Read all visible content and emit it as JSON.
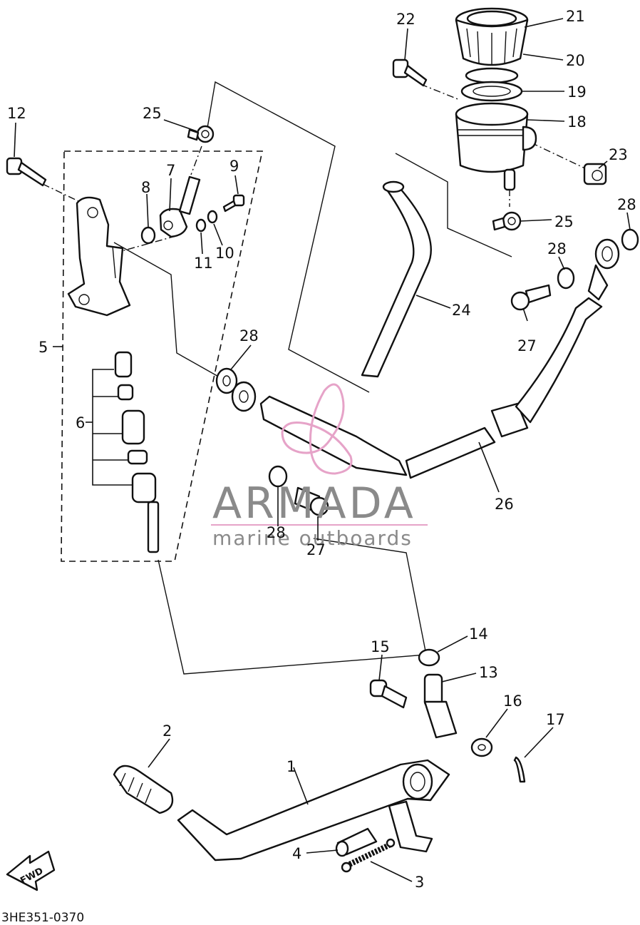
{
  "diagram_code": "3HE351-0370",
  "fwd_label": "FWD",
  "watermark": {
    "brand": "ARMADA",
    "tagline": "marine outboards",
    "brand_color": "#8a8a8a",
    "accent_color": "#e6a3c8"
  },
  "callouts": [
    {
      "id": "c1",
      "text": "1"
    },
    {
      "id": "c2",
      "text": "2"
    },
    {
      "id": "c3",
      "text": "3"
    },
    {
      "id": "c4",
      "text": "4"
    },
    {
      "id": "c5",
      "text": "5"
    },
    {
      "id": "c6",
      "text": "6"
    },
    {
      "id": "c7",
      "text": "7"
    },
    {
      "id": "c8",
      "text": "8"
    },
    {
      "id": "c9",
      "text": "9"
    },
    {
      "id": "c10",
      "text": "10"
    },
    {
      "id": "c11",
      "text": "11"
    },
    {
      "id": "c12",
      "text": "12"
    },
    {
      "id": "c13",
      "text": "13"
    },
    {
      "id": "c14",
      "text": "14"
    },
    {
      "id": "c15",
      "text": "15"
    },
    {
      "id": "c16",
      "text": "16"
    },
    {
      "id": "c17",
      "text": "17"
    },
    {
      "id": "c18",
      "text": "18"
    },
    {
      "id": "c19",
      "text": "19"
    },
    {
      "id": "c20",
      "text": "20"
    },
    {
      "id": "c21",
      "text": "21"
    },
    {
      "id": "c22",
      "text": "22"
    },
    {
      "id": "c23",
      "text": "23"
    },
    {
      "id": "c24",
      "text": "24"
    },
    {
      "id": "c25a",
      "text": "25"
    },
    {
      "id": "c25b",
      "text": "25"
    },
    {
      "id": "c26",
      "text": "26"
    },
    {
      "id": "c27a",
      "text": "27"
    },
    {
      "id": "c27b",
      "text": "27"
    },
    {
      "id": "c28a",
      "text": "28"
    },
    {
      "id": "c28b",
      "text": "28"
    },
    {
      "id": "c28c",
      "text": "28"
    },
    {
      "id": "c28d",
      "text": "28"
    }
  ]
}
